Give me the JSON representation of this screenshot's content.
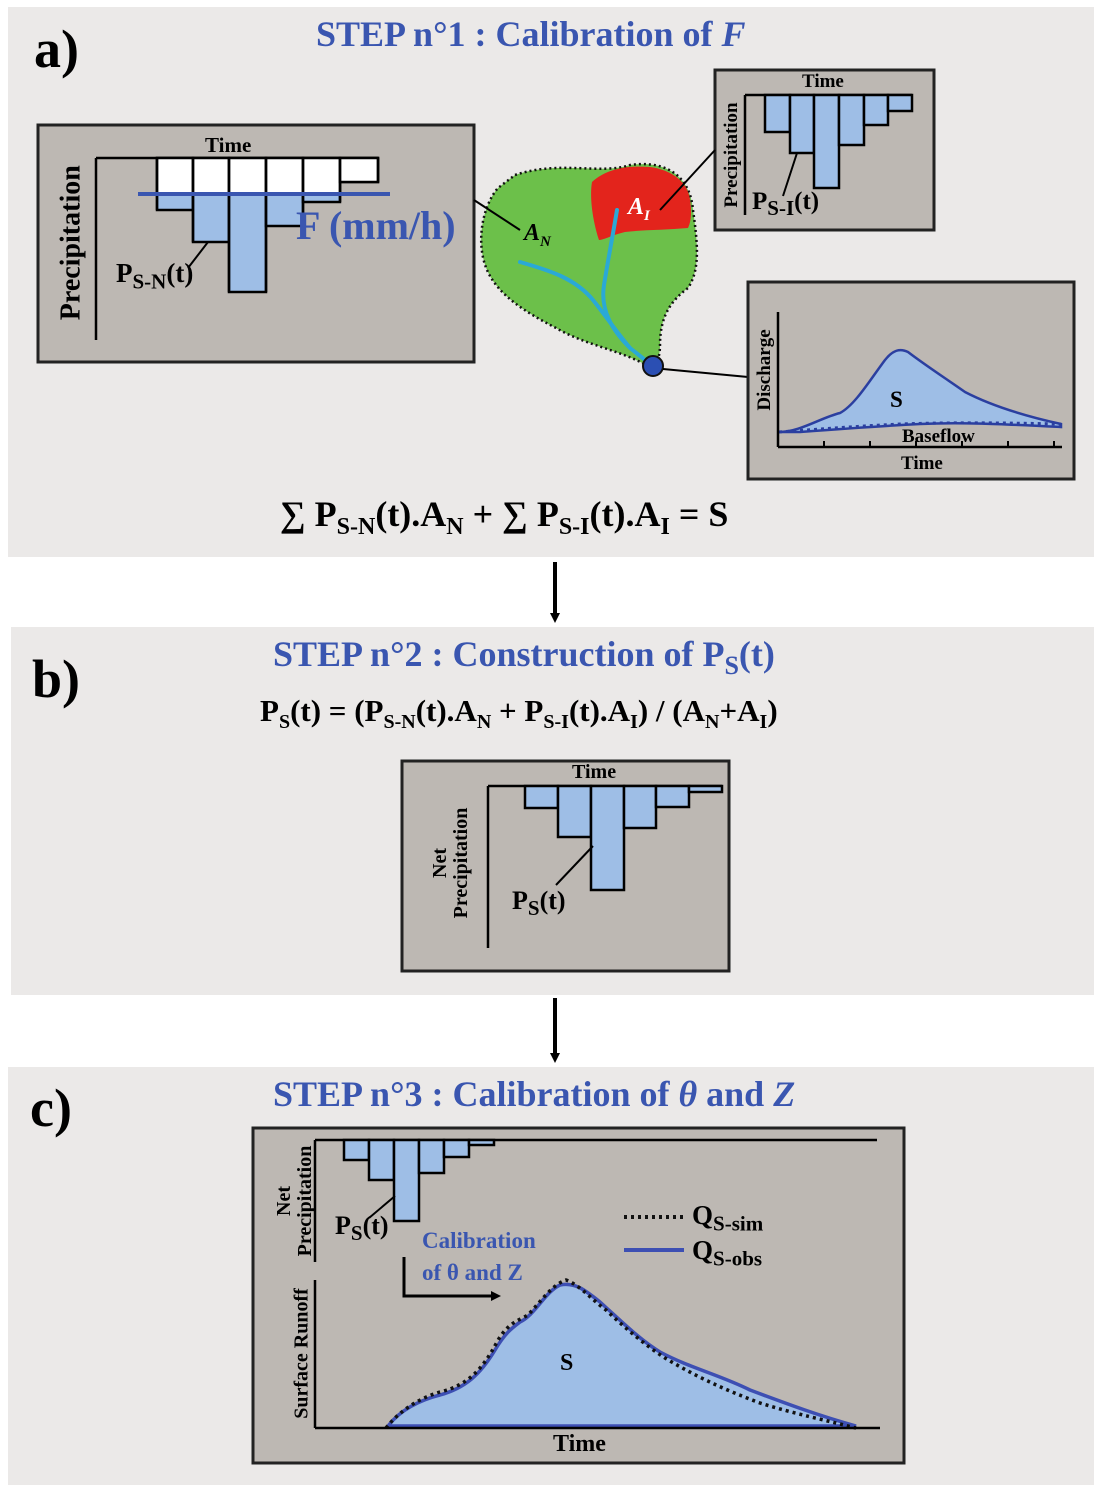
{
  "panel_a": {
    "letter": "a)",
    "title_prefix": "STEP n°1 : Calibration of ",
    "title_var": "F",
    "box_left": {
      "y_label": "Precipitation",
      "x_label": "Time",
      "threshold_label": "F (mm/h)",
      "series_base": "P",
      "series_sub": "S-N",
      "series_arg": "(t)"
    },
    "box_topright": {
      "y_label": "Precipitation",
      "x_label": "Time",
      "series_base": "P",
      "series_sub": "S-I",
      "series_arg": "(t)"
    },
    "box_hydro": {
      "y_label": "Discharge",
      "x_label": "Time",
      "area_label": "S",
      "baseflow_label": "Baseflow"
    },
    "catchment": {
      "area_n_base": "A",
      "area_n_sub": "N",
      "area_i_base": "A",
      "area_i_sub": "I"
    },
    "equation": {
      "sum1": "∑ P",
      "sub1": "S-N",
      "mid1": "(t).A",
      "sub2": "N",
      "plus": " + ∑ P",
      "sub3": "S-I",
      "mid2": "(t).A",
      "sub4": "I",
      "tail": " = S"
    }
  },
  "panel_b": {
    "letter": "b)",
    "title_prefix": "STEP n°2 : Construction of P",
    "title_sub": "S",
    "title_suffix": "(t)",
    "equation": {
      "p1": "P",
      "s1": "S",
      "t1": "(t) = (P",
      "s2": "S-N",
      "t2": "(t).A",
      "s3": "N",
      "t3": " + P",
      "s4": "S-I",
      "t4": "(t).A",
      "s5": "I",
      "t5": ") / (A",
      "s6": "N",
      "t6": "+A",
      "s7": "I",
      "t7": ")"
    },
    "box": {
      "y_label_line1": "Net",
      "y_label_line2": "Precipitation",
      "x_label": "Time",
      "series_base": "P",
      "series_sub": "S",
      "series_arg": "(t)"
    }
  },
  "panel_c": {
    "letter": "c)",
    "title_prefix": "STEP n°3 : Calibration of ",
    "title_var1": "θ",
    "title_and": " and ",
    "title_var2": "Z",
    "box": {
      "y_top_line1": "Net",
      "y_top_line2": "Precipitation",
      "y_bottom": "Surface Runoff",
      "x_label": "Time",
      "area_label": "S",
      "series_base": "P",
      "series_sub": "S",
      "series_arg": "(t)",
      "calib_line1": "Calibration",
      "calib_line2": "of θ and Z",
      "legend_sim_base": "Q",
      "legend_sim_sub": "S-sim",
      "legend_obs_base": "Q",
      "legend_obs_sub": "S-obs"
    }
  },
  "colors": {
    "panel_bg": "#ebe9e8",
    "box_bg": "#bdb8b3",
    "bar_fill": "#9ebee6",
    "title_blue": "#3a56b0",
    "catchment_green": "#6cc04a",
    "catchment_red": "#e3241c",
    "river": "#2aa9d6",
    "outlet": "#2b4fb3"
  }
}
